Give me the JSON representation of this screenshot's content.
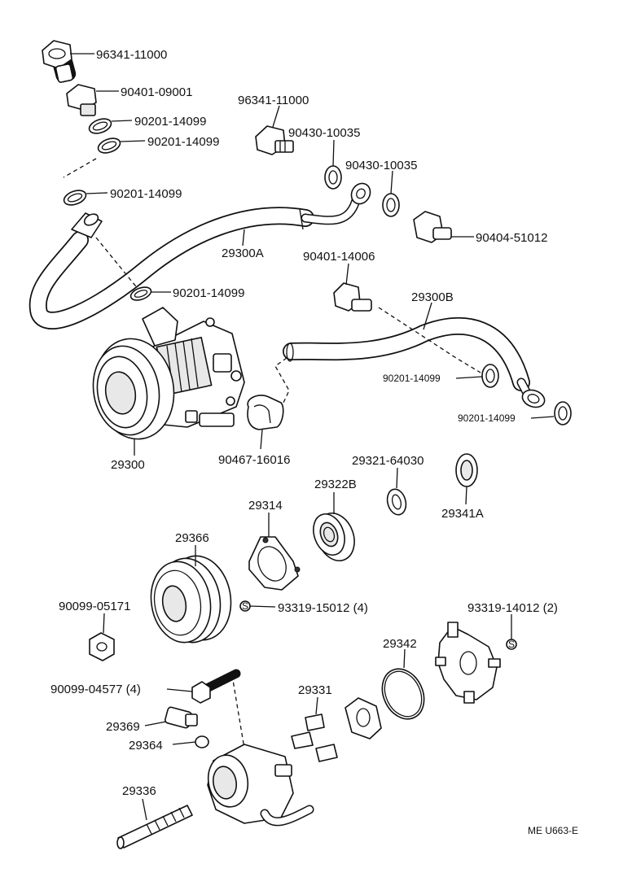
{
  "labels": {
    "l01": "96341-11000",
    "l02": "90401-09001",
    "l03": "90201-14099",
    "l04": "90201-14099",
    "l05": "96341-11000",
    "l06": "90430-10035",
    "l07": "90430-10035",
    "l08": "90201-14099",
    "l09": "90404-51012",
    "l10": "29300A",
    "l11": "90401-14006",
    "l12": "90201-14099",
    "l13": "29300B",
    "l14": "90201-14099",
    "l15": "90201-14099",
    "l16": "29300",
    "l17": "90467-16016",
    "l18": "29321-64030",
    "l19": "29322B",
    "l20": "29314",
    "l21": "29341A",
    "l22": "29366",
    "l23": "90099-05171",
    "l24": "93319-15012 (4)",
    "l25": "93319-14012 (2)",
    "l26": "29342",
    "l27": "90099-04577 (4)",
    "l28": "29331",
    "l29": "29369",
    "l30": "29364",
    "l31": "29336"
  },
  "footer": {
    "code": "ME  U663-E"
  }
}
